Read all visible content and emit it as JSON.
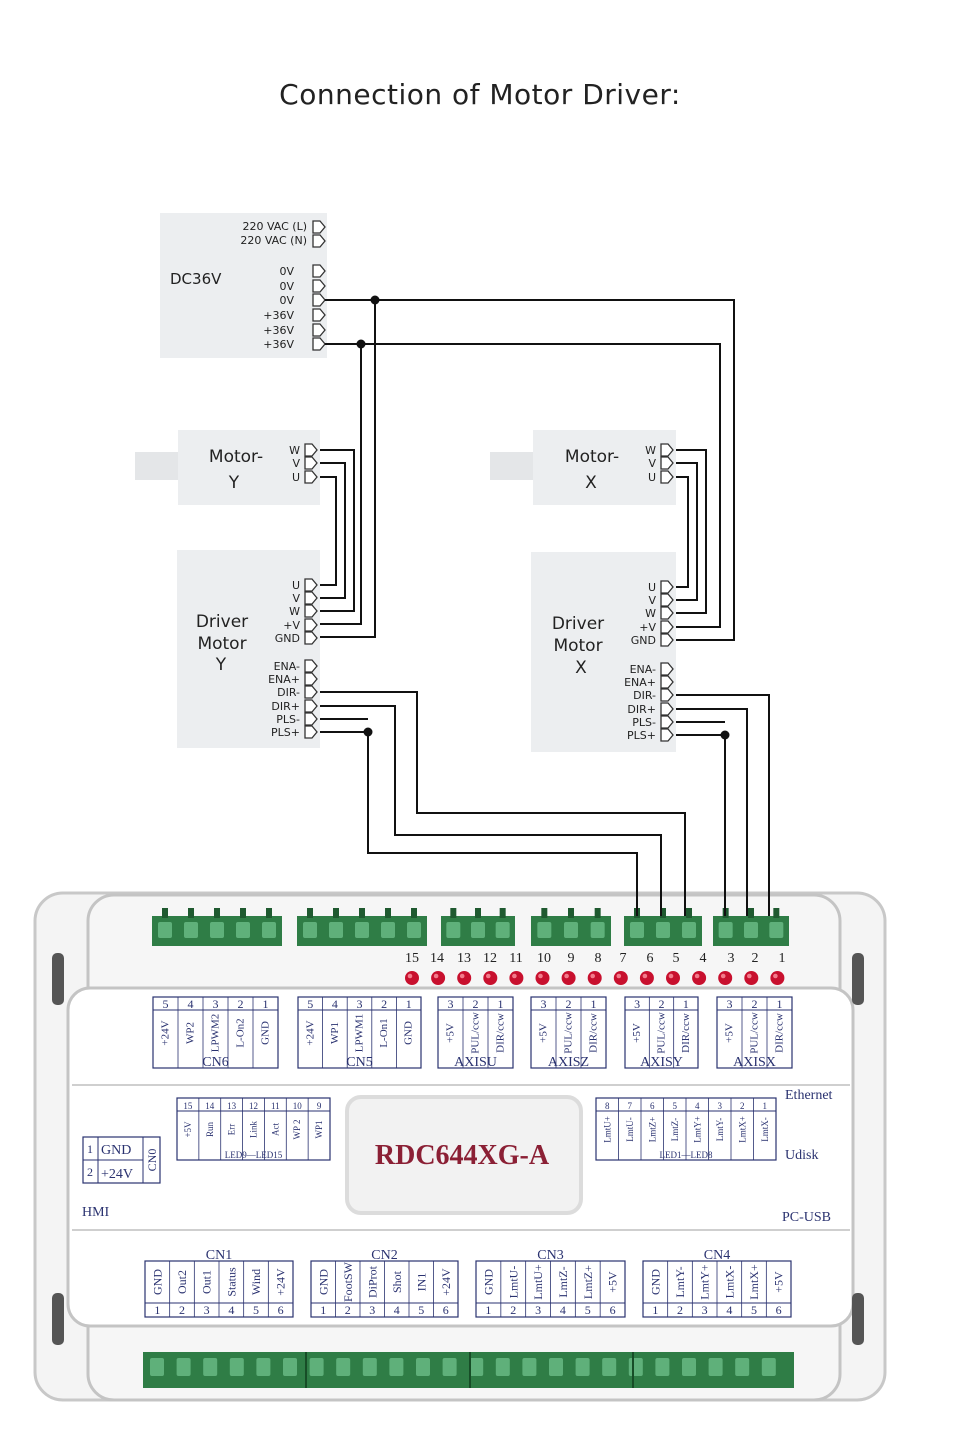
{
  "title": "Connection of Motor Driver:",
  "power": {
    "name": "DC36V",
    "ac_l": "220 VAC (L)",
    "ac_n": "220 VAC (N)",
    "pins": [
      "0V",
      "0V",
      "0V",
      "+36V",
      "+36V",
      "+36V"
    ]
  },
  "motor_y": {
    "line1": "Motor-",
    "line2": "Y",
    "pins": [
      "W",
      "V",
      "U"
    ]
  },
  "motor_x": {
    "line1": "Motor-",
    "line2": "X",
    "pins": [
      "W",
      "V",
      "U"
    ]
  },
  "driver_y": {
    "line1": "Driver",
    "line2": "Motor",
    "line3": "Y",
    "pins": [
      "U",
      "V",
      "W",
      "+V",
      "GND",
      "ENA-",
      "ENA+",
      "DIR-",
      "DIR+",
      "PLS-",
      "PLS+"
    ]
  },
  "driver_x": {
    "line1": "Driver",
    "line2": "Motor",
    "line3": "X",
    "pins": [
      "U",
      "V",
      "W",
      "+V",
      "GND",
      "ENA-",
      "ENA+",
      "DIR-",
      "DIR+",
      "PLS-",
      "PLS+"
    ]
  },
  "controller": {
    "model": "RDC644XG-A",
    "port_labels": {
      "ethernet": "Ethernet",
      "udisk": "Udisk",
      "pcusb": "PC-USB",
      "hmi": "HMI"
    },
    "top_numbers": [
      "15",
      "14",
      "13",
      "12",
      "11",
      "10",
      "9",
      "8",
      "7",
      "6",
      "5",
      "4",
      "3",
      "2",
      "1"
    ],
    "top_groups": [
      {
        "name": "CN6",
        "nums": [
          "5",
          "4",
          "3",
          "2",
          "1"
        ],
        "signals": [
          "+24V",
          "WP2",
          "LPWM2",
          "L-On2",
          "GND"
        ]
      },
      {
        "name": "CN5",
        "nums": [
          "5",
          "4",
          "3",
          "2",
          "1"
        ],
        "signals": [
          "+24V",
          "WP1",
          "LPWM1",
          "L-On1",
          "GND"
        ]
      },
      {
        "name": "AXISU",
        "nums": [
          "3",
          "2",
          "1"
        ],
        "signals": [
          "+5V",
          "PUL/ccw",
          "DIR/ccw"
        ]
      },
      {
        "name": "AXISZ",
        "nums": [
          "3",
          "2",
          "1"
        ],
        "signals": [
          "+5V",
          "PUL/ccw",
          "DIR/ccw"
        ]
      },
      {
        "name": "AXISY",
        "nums": [
          "3",
          "2",
          "1"
        ],
        "signals": [
          "+5V",
          "PUL/ccw",
          "DIR/ccw"
        ]
      },
      {
        "name": "AXISX",
        "nums": [
          "3",
          "2",
          "1"
        ],
        "signals": [
          "+5V",
          "PUL/ccw",
          "DIR/ccw"
        ]
      }
    ],
    "led_left": {
      "name": "LED9—LED15",
      "nums": [
        "15",
        "14",
        "13",
        "12",
        "11",
        "10",
        "9"
      ],
      "signals": [
        "+5V",
        "Run",
        "Err",
        "Link",
        "Act",
        "WP 2",
        "WP1"
      ]
    },
    "led_right": {
      "name": "LED1—LED8",
      "nums": [
        "8",
        "7",
        "6",
        "5",
        "4",
        "3",
        "2",
        "1"
      ],
      "signals": [
        "LmtU+",
        "LmtU-",
        "LmtZ+",
        "LmtZ-",
        "LmtY+",
        "LmtY-",
        "LmtX+",
        "LmtX-"
      ]
    },
    "cn0": {
      "name": "CN0",
      "nums": [
        "1",
        "2"
      ],
      "signals": [
        "GND",
        "+24V"
      ]
    },
    "bottom_groups": [
      {
        "name": "CN1",
        "nums": [
          "1",
          "2",
          "3",
          "4",
          "5",
          "6"
        ],
        "signals": [
          "GND",
          "Out2",
          "Out1",
          "Status",
          "Wind",
          "+24V"
        ]
      },
      {
        "name": "CN2",
        "nums": [
          "1",
          "2",
          "3",
          "4",
          "5",
          "6"
        ],
        "signals": [
          "GND",
          "FootSW",
          "DiProt",
          "Shot",
          "IN1",
          "+24V"
        ]
      },
      {
        "name": "CN3",
        "nums": [
          "1",
          "2",
          "3",
          "4",
          "5",
          "6"
        ],
        "signals": [
          "GND",
          "LmtU-",
          "LmtU+",
          "LmtZ-",
          "LmtZ+",
          "+5V"
        ]
      },
      {
        "name": "CN4",
        "nums": [
          "1",
          "2",
          "3",
          "4",
          "5",
          "6"
        ],
        "signals": [
          "GND",
          "LmtY-",
          "LmtY+",
          "LmtX-",
          "LmtX+",
          "+5V"
        ]
      }
    ]
  }
}
